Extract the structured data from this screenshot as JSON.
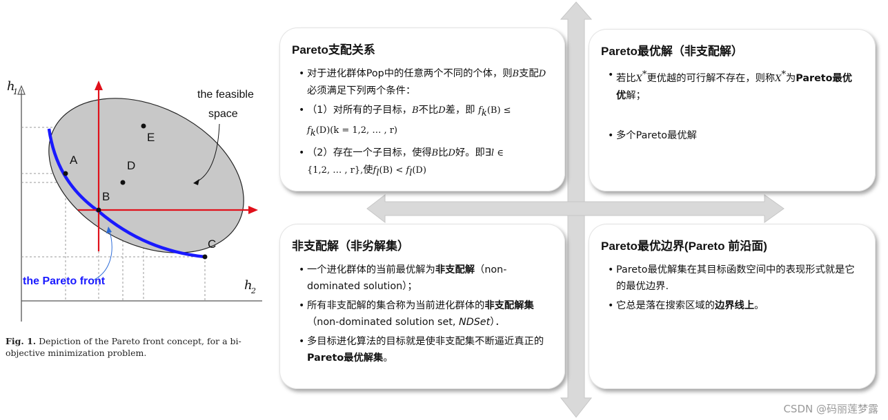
{
  "figure": {
    "labels": {
      "h1": "h",
      "h1_sub": "1",
      "h2": "h",
      "h2_sub": "2",
      "feasible1": "the feasible",
      "feasible2": "space",
      "pareto_front": "the Pareto front",
      "A": "A",
      "B": "B",
      "C": "C",
      "D": "D",
      "E": "E"
    },
    "caption_bold": "Fig. 1.",
    "caption_text": " Depiction of the Pareto front concept, for a bi-objective minimization problem.",
    "colors": {
      "front": "#1a1aff",
      "axes_red": "#e0101a",
      "feasible_fill": "#c8c8c8",
      "annot": "#2c6bd8"
    }
  },
  "cards": {
    "tl": {
      "title": "Pareto支配关系",
      "b1_pre": "对于进化群体Pop中的任意两个不同的个体，则",
      "b1_var1": "B",
      "b1_mid": "支配",
      "b1_var2": "D",
      "b1_post": "必须满足下列两个条件：",
      "b2_pre": "（1）对所有的子目标，",
      "b2_v1": "B",
      "b2_mid": "不比",
      "b2_v2": "D",
      "b2_post": "差，即 ",
      "b2_math1": "f",
      "b2_math1_sub": "k",
      "b2_math1_rest": "(B) ≤",
      "b2_math2": "f",
      "b2_math2_sub": "k",
      "b2_math2_rest": "(D)(k = 1,2, … , r)",
      "b3_pre": "（2）存在一个子目标，使得",
      "b3_v1": "B",
      "b3_mid": "比",
      "b3_v2": "D",
      "b3_post": "好。即∃",
      "b3_l": "l",
      "b3_in": " ∈",
      "b3_set": "{1,2, … , r},",
      "b3_shi": "使",
      "b3_math": "f",
      "b3_math_sub": "l",
      "b3_math_rest": "(B) < ",
      "b3_math2": "f",
      "b3_math2_sub": "l",
      "b3_math2_rest": "(D)"
    },
    "tr": {
      "title": "Pareto最优解（非支配解）",
      "b1_pre": "若比",
      "b1_x": "X",
      "b1_star": "*",
      "b1_mid": "更优越的可行解不存在，则称",
      "b1_x2": "X",
      "b1_star2": "*",
      "b1_wei": "为",
      "b1_bold": "Pareto最优",
      "b1_bold2": "优",
      "b1_end": "解；",
      "b2": "多个Pareto最优解"
    },
    "bl": {
      "title": "非支配解（非劣解集）",
      "b1_pre": "一个进化群体的当前最优解为",
      "b1_bold": "非支配解",
      "b1_post": "（non-dominated solution）；",
      "b2_pre": "所有非支配解的集合称为当前进化群体的",
      "b2_bold": "非支配解集",
      "b2_post": "（non-dominated solution set, ",
      "b2_italic": "NDSet",
      "b2_end": "）．",
      "b3_pre": "多目标进化算法的目标就是使非支配集不断逼近真正的",
      "b3_bold": "Pareto最优解集",
      "b3_end": "。"
    },
    "br": {
      "title": "Pareto最优边界(Pareto 前沿面)",
      "b1": "Pareto最优解集在其目标函数空间中的表现形式就是它的最优边界.",
      "b2_pre": "它总是落在搜索区域的",
      "b2_bold": "边界线上",
      "b2_end": "。"
    }
  },
  "watermark": "CSDN @码丽莲梦露",
  "colors": {
    "arrow_fill": "#d9d9d9",
    "arrow_stroke": "#c8c8c8"
  }
}
